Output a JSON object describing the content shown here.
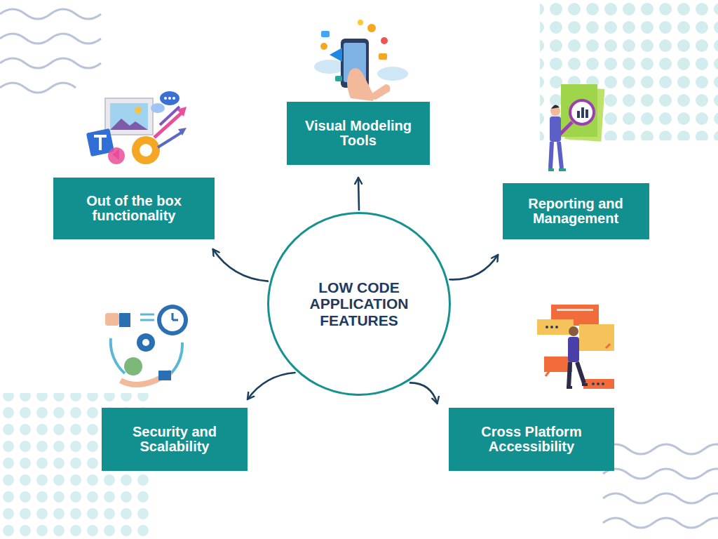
{
  "diagram": {
    "nodes": [
      {
        "text": [
          "LOW CODE APPLICATION FEATURES"
        ]
      },
      {
        "text": [
          "Visual Modeling Tools"
        ]
      },
      {
        "text": [
          "Out of the box functionality"
        ]
      },
      {
        "text": [
          "Reporting and Management"
        ]
      },
      {
        "text": [
          "Security and Scalability"
        ]
      },
      {
        "text": [
          "Cross Platform Accessibility"
        ]
      }
    ],
    "edges": [
      {
        "from": 0,
        "to": 1,
        "arrow": "to"
      },
      {
        "from": 0,
        "to": 2,
        "arrow": "to"
      },
      {
        "from": 0,
        "to": 3,
        "arrow": "to"
      },
      {
        "from": 0,
        "to": 4,
        "arrow": "to"
      },
      {
        "from": 0,
        "to": 5,
        "arrow": "to"
      }
    ]
  }
}
